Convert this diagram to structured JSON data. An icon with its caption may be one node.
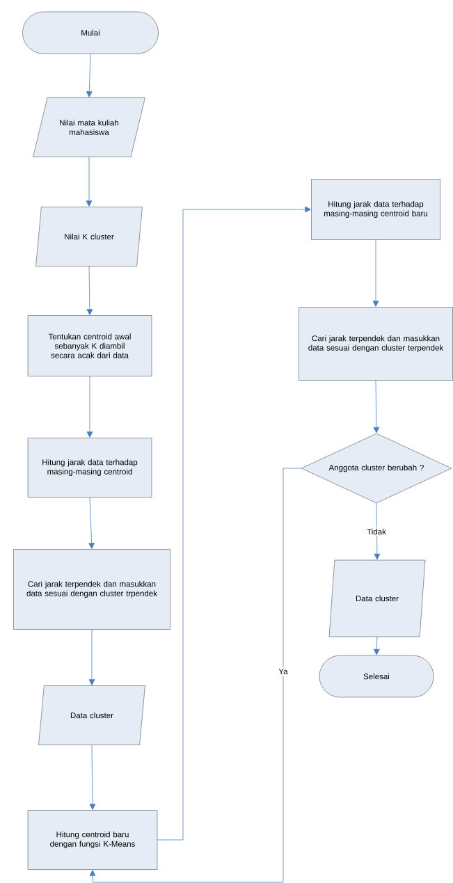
{
  "diagram": {
    "nodes": [
      {
        "text": [
          "Mulai"
        ]
      },
      {
        "text": [
          "Nilai mata kuliah mahasiswa"
        ]
      },
      {
        "text": [
          "Nilai K cluster"
        ]
      },
      {
        "text": [
          "Tentukan centroid awal sebanyak K diambil secara acak dari data"
        ]
      },
      {
        "text": [
          "Hitung jarak data terhadap masing-masing centroid"
        ]
      },
      {
        "text": [
          "Cari jarak terpendek dan masukkan data sesuai dengan cluster trpendek"
        ]
      },
      {
        "text": [
          "Data cluster"
        ]
      },
      {
        "text": [
          "Hitung centroid baru dengan fungsi K-Means"
        ]
      },
      {
        "text": [
          "Hitung jarak data terhadap masing-masing centroid baru"
        ]
      },
      {
        "text": [
          "Cari jarak terpendek dan masukkan data sesuai dengan cluster terpendek"
        ]
      },
      {
        "text": [
          "Anggota cluster berubah ?"
        ]
      },
      {
        "text": [
          "Data cluster"
        ]
      },
      {
        "text": [
          "Selesai"
        ]
      }
    ],
    "edges": [
      {
        "from": 0,
        "to": 1,
        "arrow": "to"
      },
      {
        "from": 1,
        "to": 2,
        "arrow": "to"
      },
      {
        "from": 2,
        "to": 3,
        "arrow": "to"
      },
      {
        "from": 3,
        "to": 4,
        "arrow": "to"
      },
      {
        "from": 4,
        "to": 5,
        "arrow": "to"
      },
      {
        "from": 5,
        "to": 6,
        "arrow": "to"
      },
      {
        "from": 6,
        "to": 7,
        "arrow": "to"
      },
      {
        "from": 7,
        "to": 8,
        "arrow": "to"
      },
      {
        "from": 8,
        "to": 9,
        "arrow": "to"
      },
      {
        "from": 9,
        "to": 10,
        "arrow": "to"
      },
      {
        "from": 10,
        "to": 11,
        "arrow": "to",
        "label": "Tidak"
      },
      {
        "from": 11,
        "to": 12,
        "arrow": "to"
      },
      {
        "from": 10,
        "to": 7,
        "arrow": "to",
        "label": "Ya"
      }
    ]
  }
}
